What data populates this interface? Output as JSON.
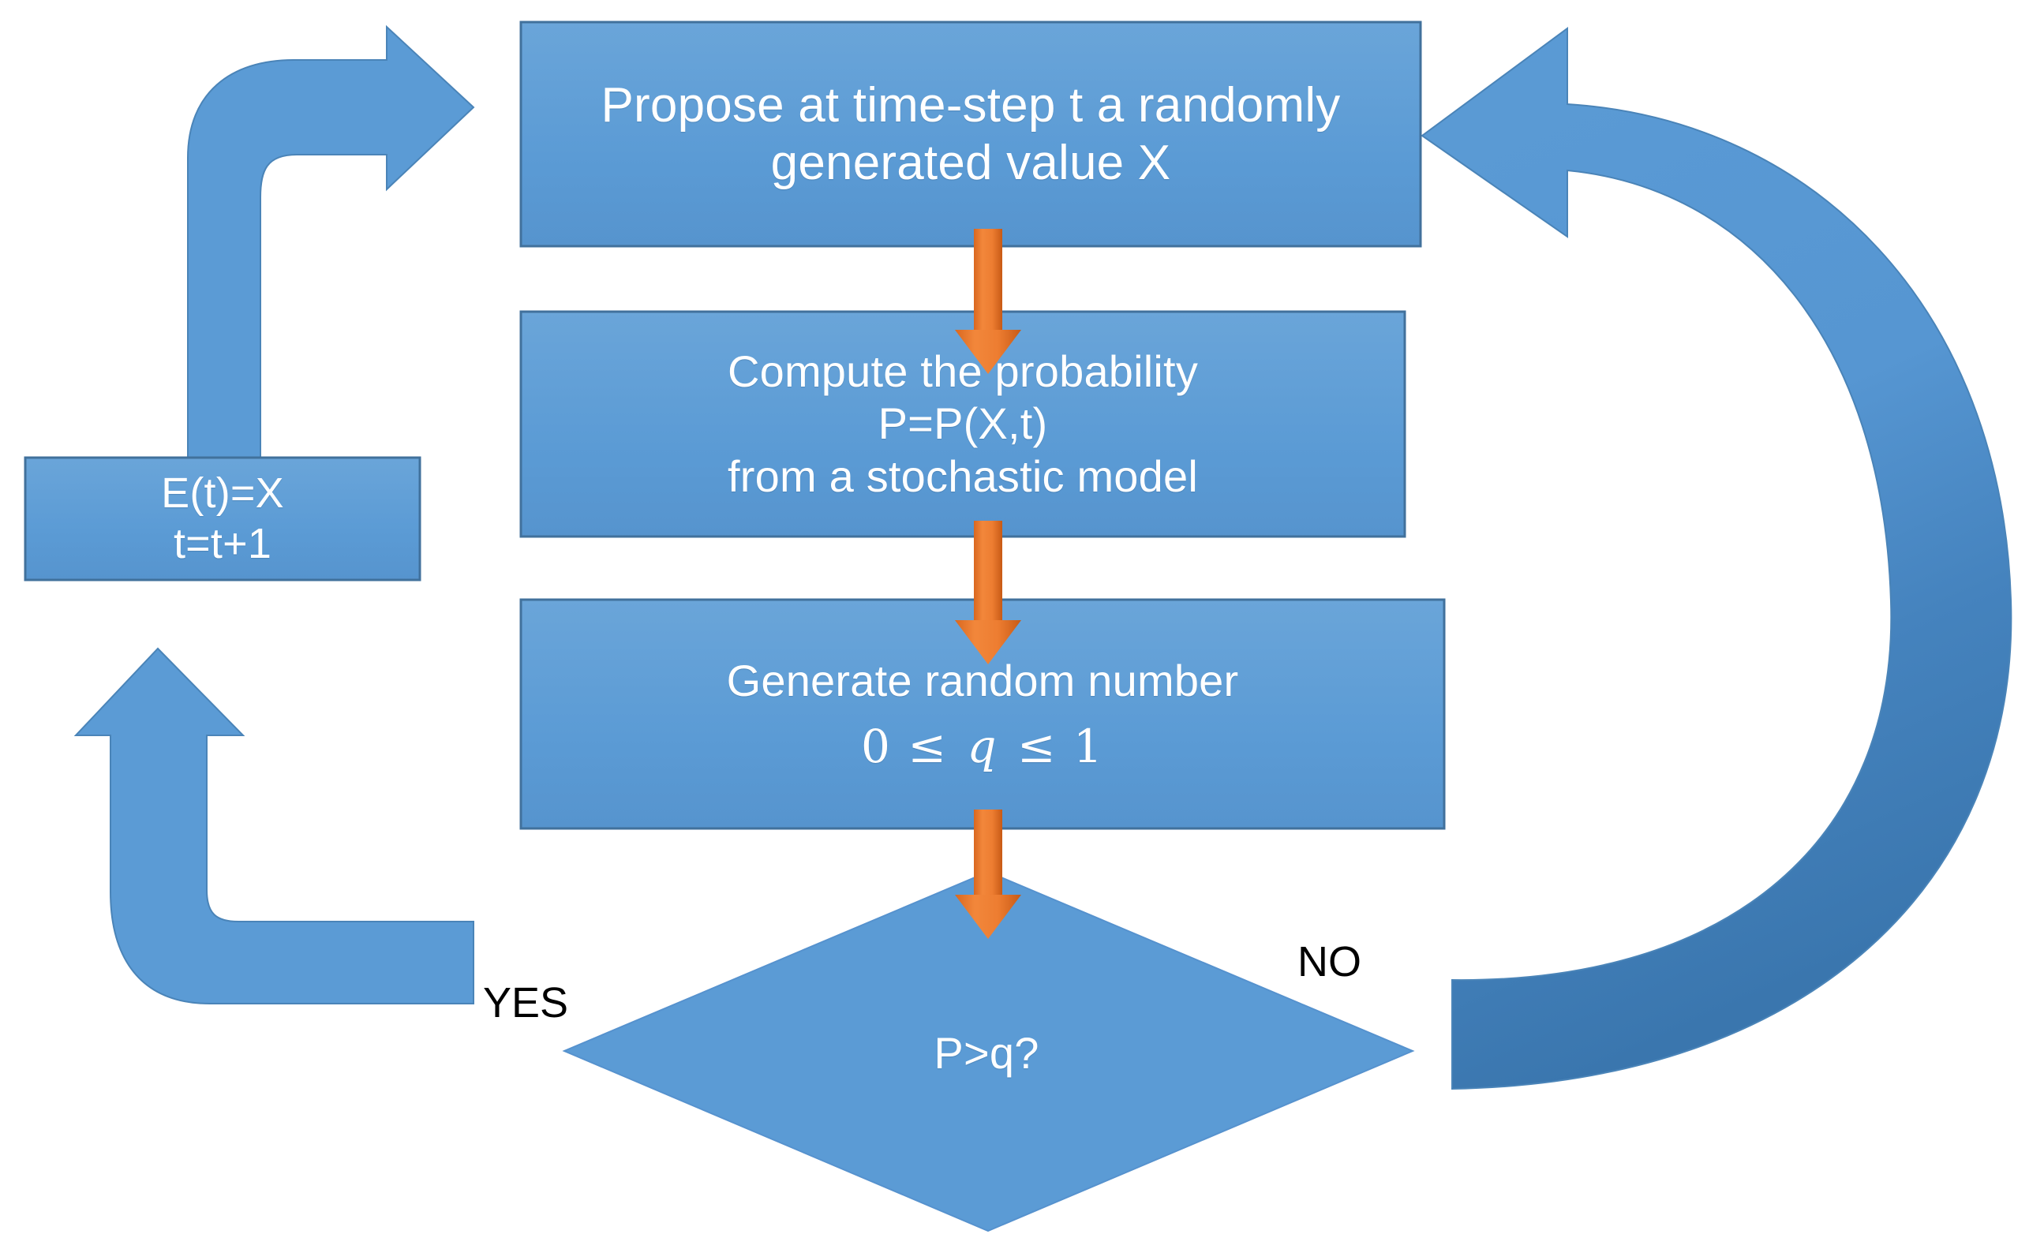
{
  "diagram": {
    "title": "Metropolis-style stochastic acceptance flowchart",
    "type": "flowchart",
    "colors": {
      "node_fill": "#5B9BD5",
      "node_fill_light": "#6AA5D9",
      "node_border": "#41719C",
      "arrow_blue": "#5B9BD5",
      "arrow_blue_dark": "#3E79AE",
      "connector_orange": "#ED7D31",
      "connector_orange_dark": "#C55A11",
      "label_text": "#000000",
      "node_text": "#FFFFFF",
      "background": "#FFFFFF"
    }
  },
  "nodes": {
    "propose": {
      "shape": "rectangle",
      "lines": [
        "Propose at time-step t a randomly",
        "generated value X"
      ]
    },
    "compute": {
      "shape": "rectangle",
      "lines": [
        "Compute the probability",
        "P=P(X,t)",
        "from a stochastic model"
      ]
    },
    "generate": {
      "shape": "rectangle",
      "lines": [
        "Generate random number"
      ],
      "math": {
        "lower": "0",
        "rel1": "≤",
        "variable": "q",
        "rel2": "≤",
        "upper": "1"
      }
    },
    "update": {
      "shape": "rectangle",
      "lines": [
        "E(t)=X",
        "t=t+1"
      ]
    },
    "decision": {
      "shape": "diamond",
      "lines": [
        "P>q?"
      ]
    }
  },
  "branch_labels": {
    "yes": "YES",
    "no": "NO"
  },
  "connectors": [
    {
      "name": "propose-to-compute",
      "color": "#ED7D31",
      "direction": "down"
    },
    {
      "name": "compute-to-generate",
      "color": "#ED7D31",
      "direction": "down"
    },
    {
      "name": "generate-to-decision",
      "color": "#ED7D31",
      "direction": "down"
    },
    {
      "name": "yes-to-update",
      "color": "#5B9BD5",
      "direction": "left-then-up"
    },
    {
      "name": "update-to-propose",
      "color": "#5B9BD5",
      "direction": "up-then-right"
    },
    {
      "name": "no-to-propose",
      "color": "#5B9BD5",
      "direction": "curved-left"
    }
  ]
}
